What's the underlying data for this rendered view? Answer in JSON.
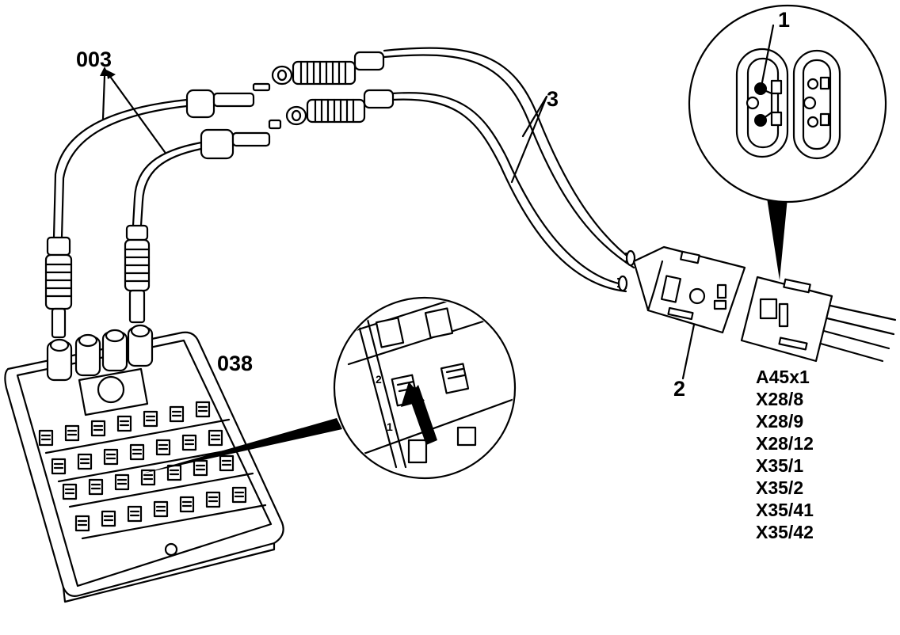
{
  "diagram": {
    "callouts": {
      "adapter_cables": "003",
      "breakout_box": "038",
      "test_leads": "3",
      "connector": "2",
      "detail_pin": "1"
    },
    "zoom_pin_labels": [
      "2",
      "1"
    ],
    "connector_codes": [
      "A45x1",
      "X28/8",
      "X28/9",
      "X28/12",
      "X35/1",
      "X35/2",
      "X35/41",
      "X35/42"
    ],
    "colors": {
      "ink": "#000000",
      "paper": "#ffffff"
    }
  }
}
